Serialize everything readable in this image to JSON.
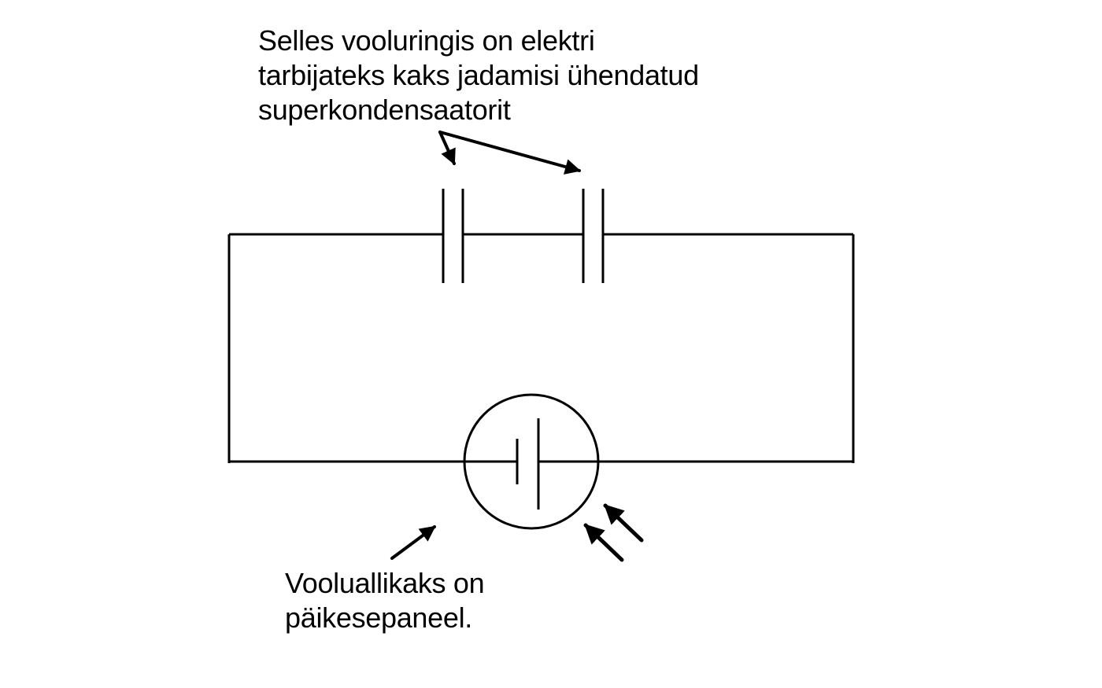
{
  "annotations": {
    "capacitors_note": {
      "lines": [
        "Selles vooluringis on elektri",
        "tarbijateks kaks jadamisi ühendatud",
        "superkondensaatorit"
      ]
    },
    "source_note": {
      "lines": [
        "Vooluallikaks on",
        "päikesepaneel."
      ]
    }
  },
  "components": {
    "capacitor_count": 2,
    "source_type": "solar-panel",
    "connection": "series"
  },
  "colors": {
    "stroke": "#000000",
    "background": "#ffffff"
  }
}
